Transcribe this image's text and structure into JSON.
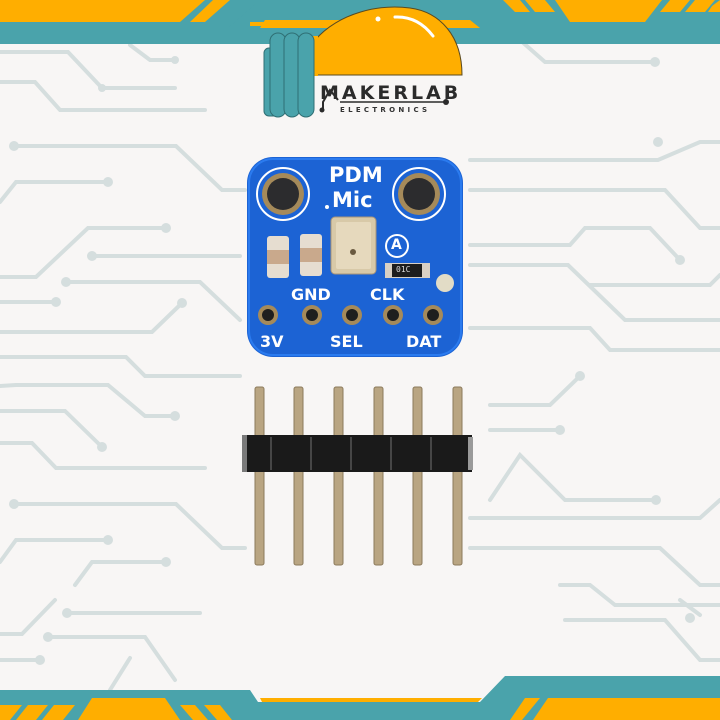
{
  "brand": {
    "name": "MAKERLAB",
    "tagline": "ELECTRONICS"
  },
  "product": {
    "board_title_line1": "PDM",
    "board_title_line2": "Mic",
    "badge": "A",
    "resistor_code": "01C",
    "pins_top": [
      "GND",
      "CLK"
    ],
    "pins_bottom": [
      "3V",
      "SEL",
      "DAT"
    ],
    "header_pin_count": 6
  },
  "colors": {
    "teal": "#4aa3ab",
    "orange": "#ffae00",
    "pcb_blue": "#1c63d4",
    "background": "#f8f6f5",
    "trace": "#d3dcdc"
  }
}
